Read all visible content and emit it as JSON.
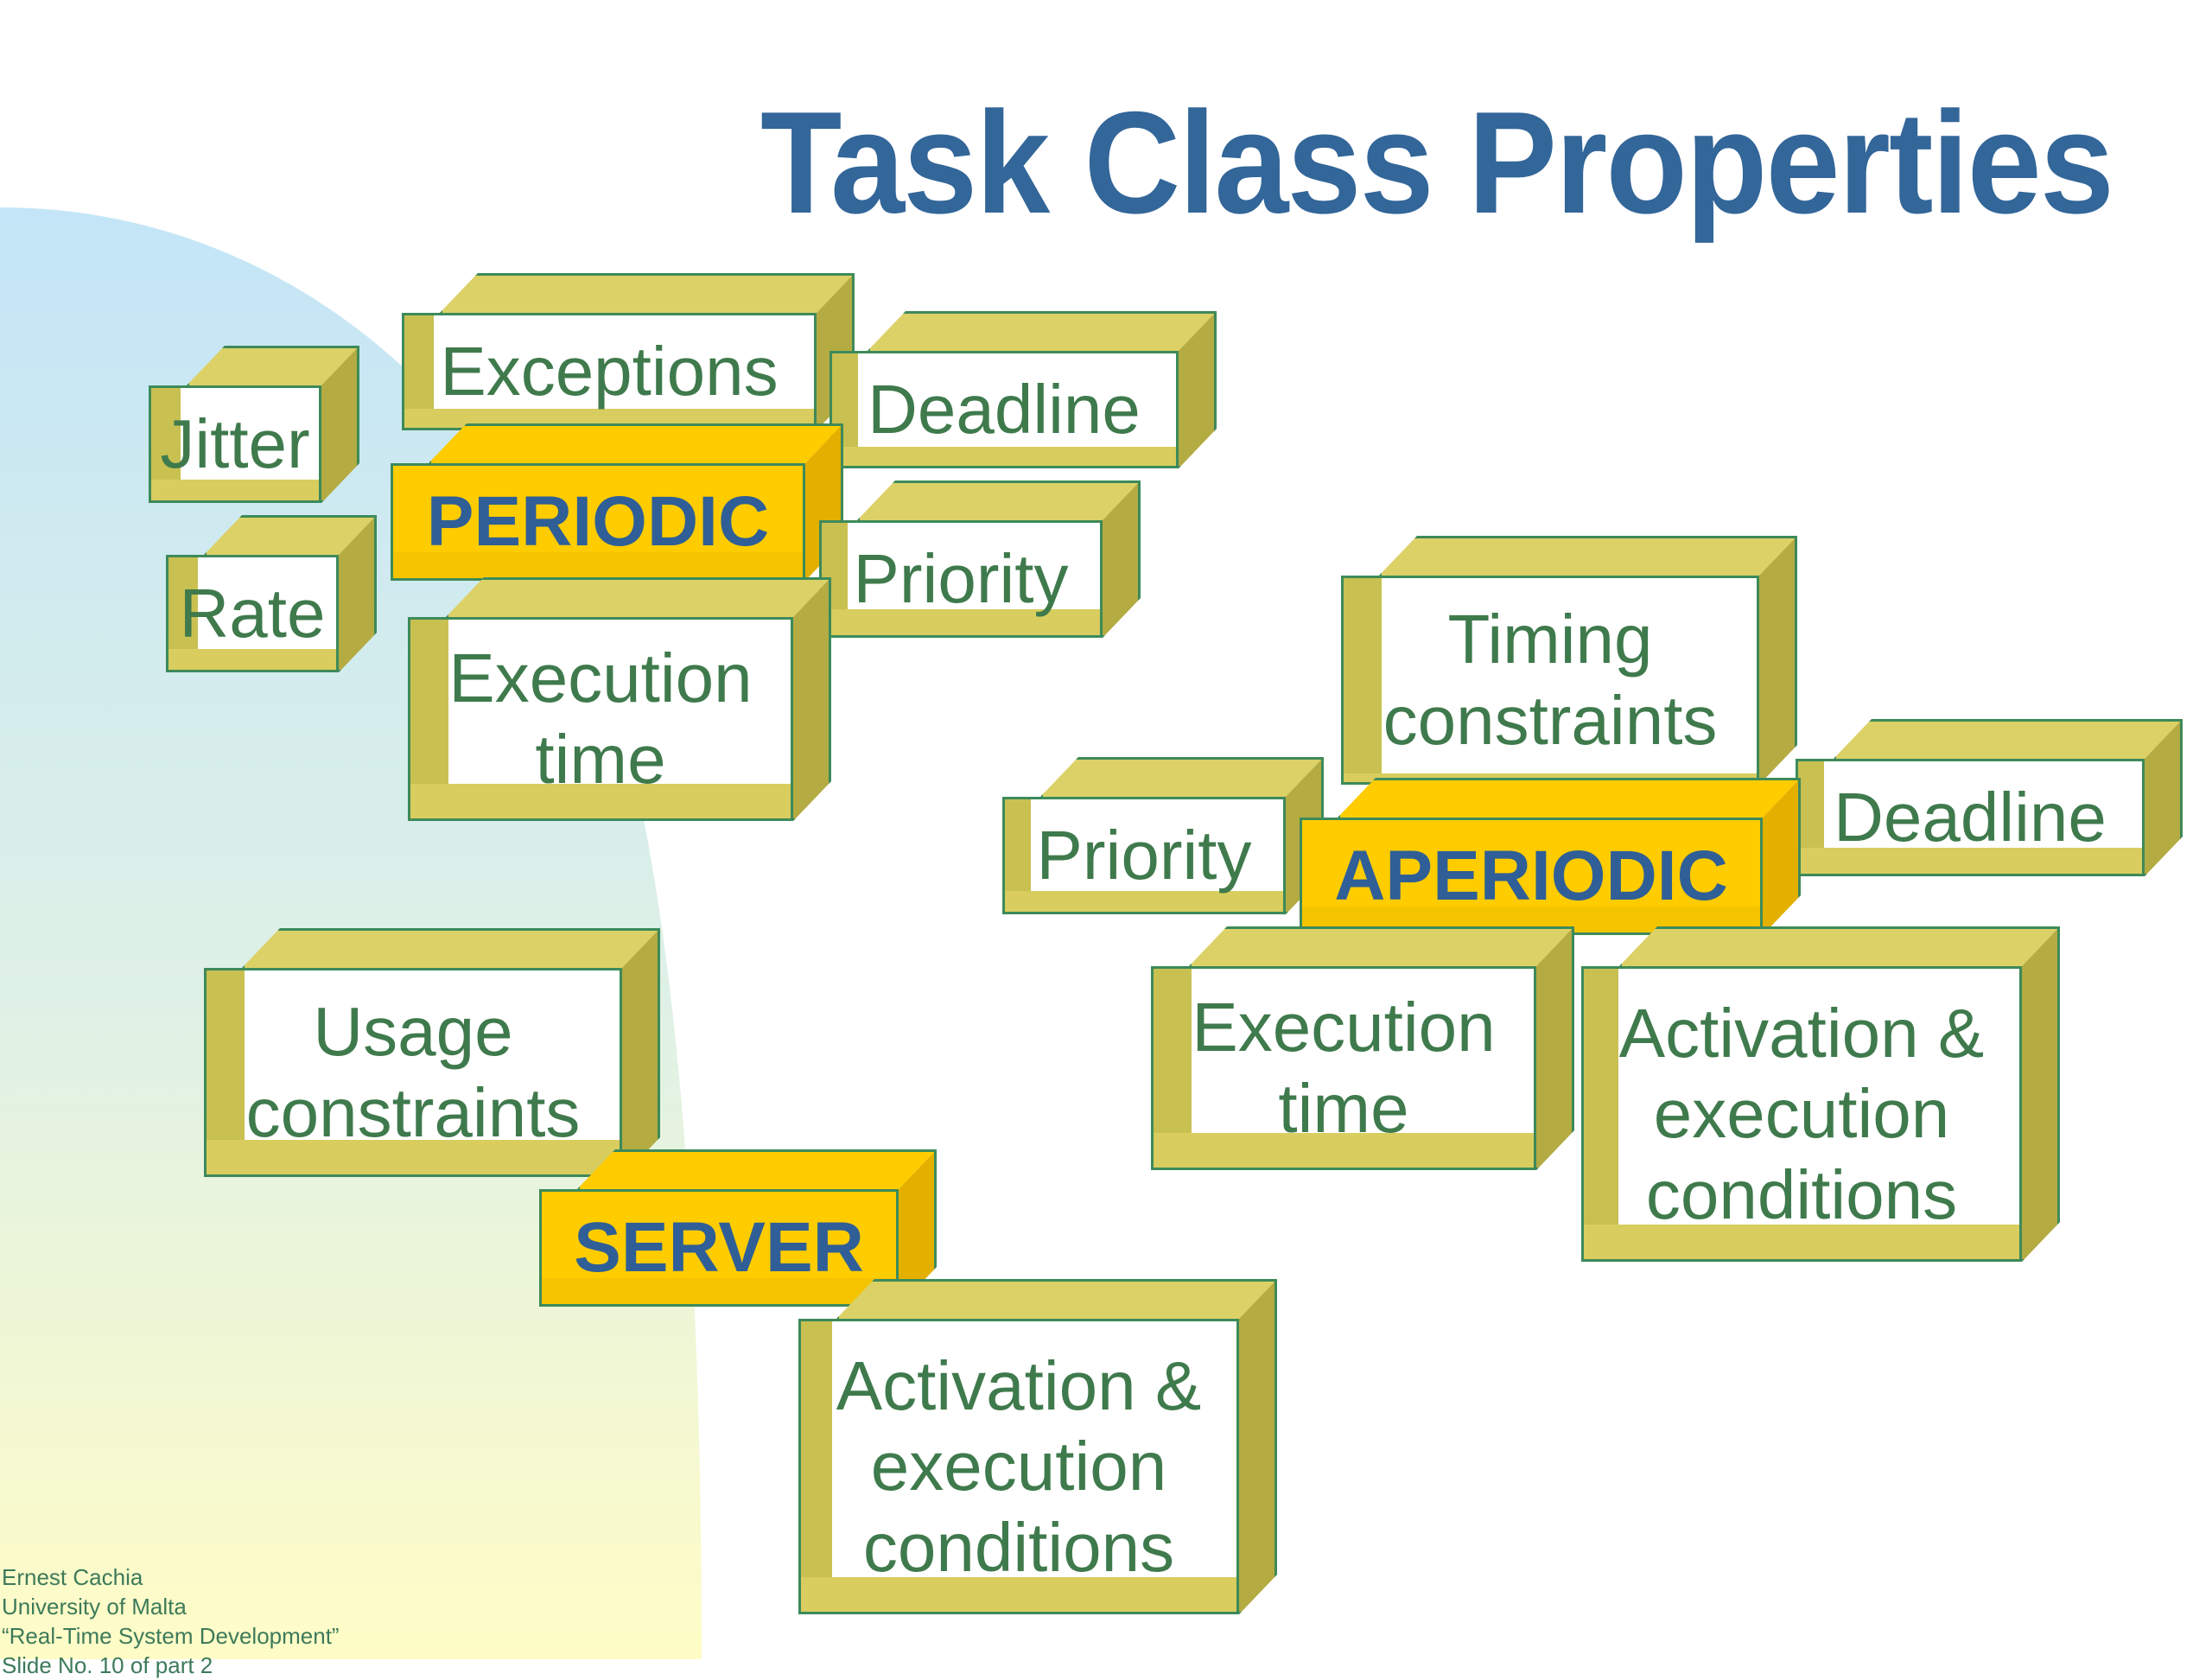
{
  "slide": {
    "title": "Task Class Properties"
  },
  "diagram": {
    "periodic": {
      "label": "PERIODIC",
      "properties": [
        "Jitter",
        "Exceptions",
        "Deadline",
        "Rate",
        "Priority",
        "Execution time"
      ]
    },
    "aperiodic": {
      "label": "APERIODIC",
      "properties": [
        "Timing constraints",
        "Priority",
        "Deadline",
        "Execution time",
        "Activation & execution conditions"
      ]
    },
    "server": {
      "label": "SERVER",
      "properties": [
        "Usage constraints",
        "Activation & execution conditions"
      ]
    }
  },
  "footer": {
    "author": "Ernest Cachia",
    "institution": "University of Malta",
    "course": "“Real-Time System Development”",
    "slide_number": "Slide No. 10 of part 2"
  },
  "colors": {
    "title": "#336699",
    "key_box": "#ffcc00",
    "property_box": "#dcd167",
    "outline": "#3d8a5a",
    "property_text": "#3f7a4c",
    "key_text": "#2f5f96"
  }
}
